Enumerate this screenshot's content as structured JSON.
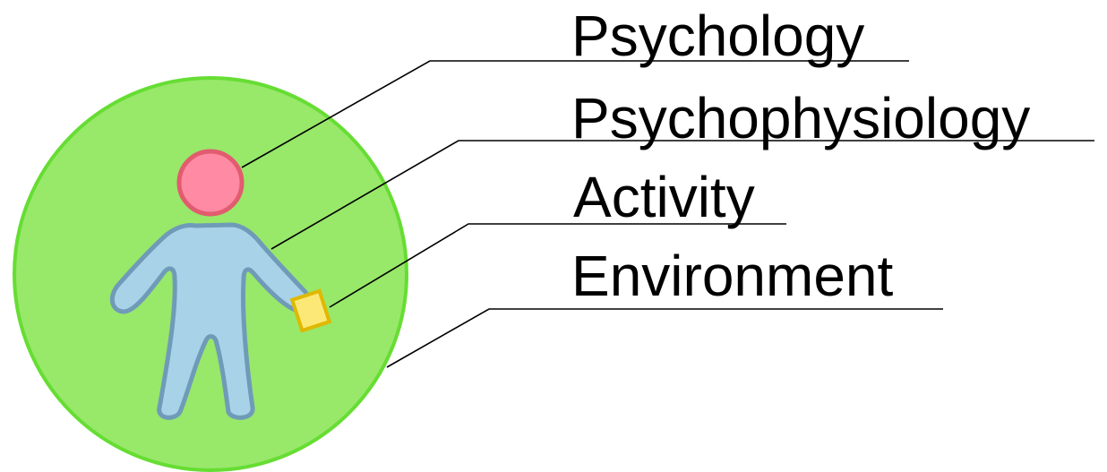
{
  "labels": {
    "psychology": "Psychology",
    "psychophysiology": "Psychophysiology",
    "activity": "Activity",
    "environment": "Environment"
  },
  "colors": {
    "environment_fill": "#98e86a",
    "environment_stroke": "#66dd33",
    "head_fill": "#ff8aa4",
    "head_stroke": "#e25c6f",
    "body_fill": "#a7d2e8",
    "body_stroke": "#6f9bb9",
    "object_fill": "#fce876",
    "object_stroke": "#e0b800",
    "leader_line": "#000000",
    "text": "#000000"
  }
}
